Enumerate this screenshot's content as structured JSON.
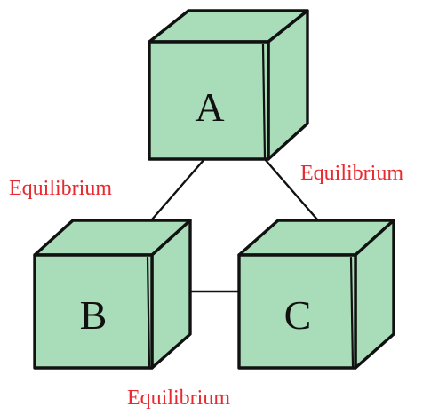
{
  "colors": {
    "cube_fill": "#a9dcb8",
    "outline": "#111111",
    "label_red": "#e8292f"
  },
  "cubes": {
    "a": {
      "label": "A"
    },
    "b": {
      "label": "B"
    },
    "c": {
      "label": "C"
    }
  },
  "relations": {
    "a_b": "Equilibrium",
    "a_c": "Equilibrium",
    "b_c": "Equilibrium"
  }
}
